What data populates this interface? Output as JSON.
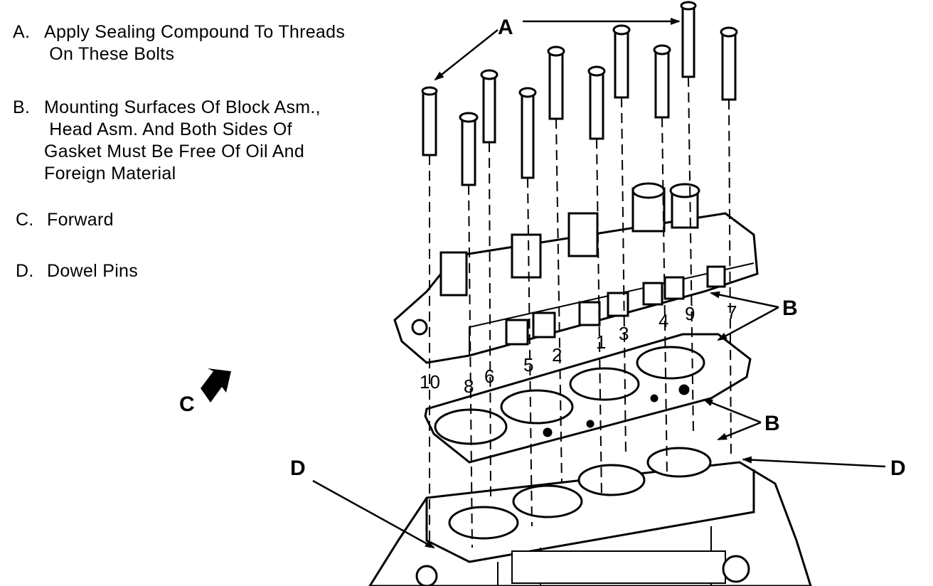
{
  "legend": [
    {
      "key": "A.",
      "text": "Apply Sealing Compound To Threads\n On These Bolts"
    },
    {
      "key": "B.",
      "text": "Mounting Surfaces Of Block Asm.,\n Head Asm. And Both Sides Of\nGasket Must Be Free Of Oil And\nForeign Material"
    },
    {
      "key": "C.",
      "text": "Forward"
    },
    {
      "key": "D.",
      "text": "Dowel Pins"
    }
  ],
  "callouts": {
    "a": "A",
    "b_upper": "B",
    "b_lower": "B",
    "c": "C",
    "d_left": "D",
    "d_right": "D"
  },
  "bolt_numbers": [
    "10",
    "8",
    "6",
    "5",
    "2",
    "1",
    "3",
    "4",
    "9",
    "7"
  ]
}
